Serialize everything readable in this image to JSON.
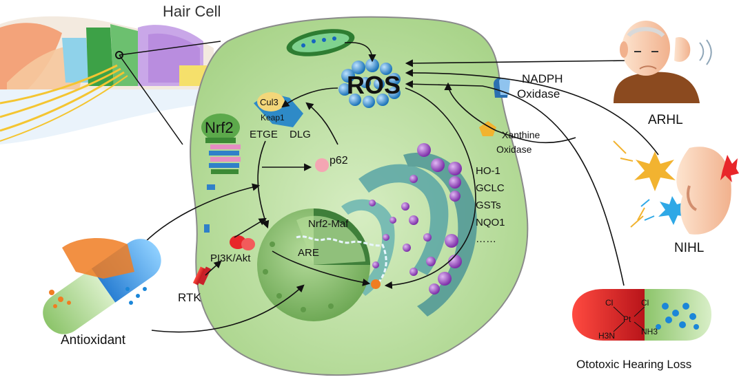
{
  "labels": {
    "hair_cell": "Hair Cell",
    "ros": "ROS",
    "nrf2": "Nrf2",
    "cul3": "Cul3",
    "keap1": "Keap1",
    "etge": "ETGE",
    "dlg": "DLG",
    "p62": "p62",
    "nadph_oxidase": "NADPH\nOxidase",
    "xanthine_oxidase": "Xanthine\nOxidase",
    "arhl": "ARHL",
    "nihl": "NIHL",
    "ototoxic": "Ototoxic Hearing Loss",
    "antioxidant": "Antioxidant",
    "rtk": "RTK",
    "pi3k_akt": "PI3K/Akt",
    "nrf2_maf": "Nrf2-Maf",
    "are": "ARE",
    "genes": [
      "HO-1",
      "GCLC",
      "GSTs",
      "NQO1",
      "……"
    ],
    "cisplatin": {
      "cl1": "Cl",
      "cl2": "Cl",
      "pt": "Pt",
      "h3n": "H3N",
      "nh3": "NH3"
    }
  },
  "colors": {
    "cell_fill": "#bfe0a3",
    "cell_inner": "#cde9b3",
    "nucleus": "#8fc274",
    "ros_blue": "#2c8ed1",
    "er_teal": "#5aa6a6",
    "vesicle_purple": "#9b45c4",
    "ear_skin": "#f4c9a6",
    "capsule_red": "#e8262a",
    "capsule_blue": "#1b86d8",
    "capsule_orange": "#f07d22"
  }
}
